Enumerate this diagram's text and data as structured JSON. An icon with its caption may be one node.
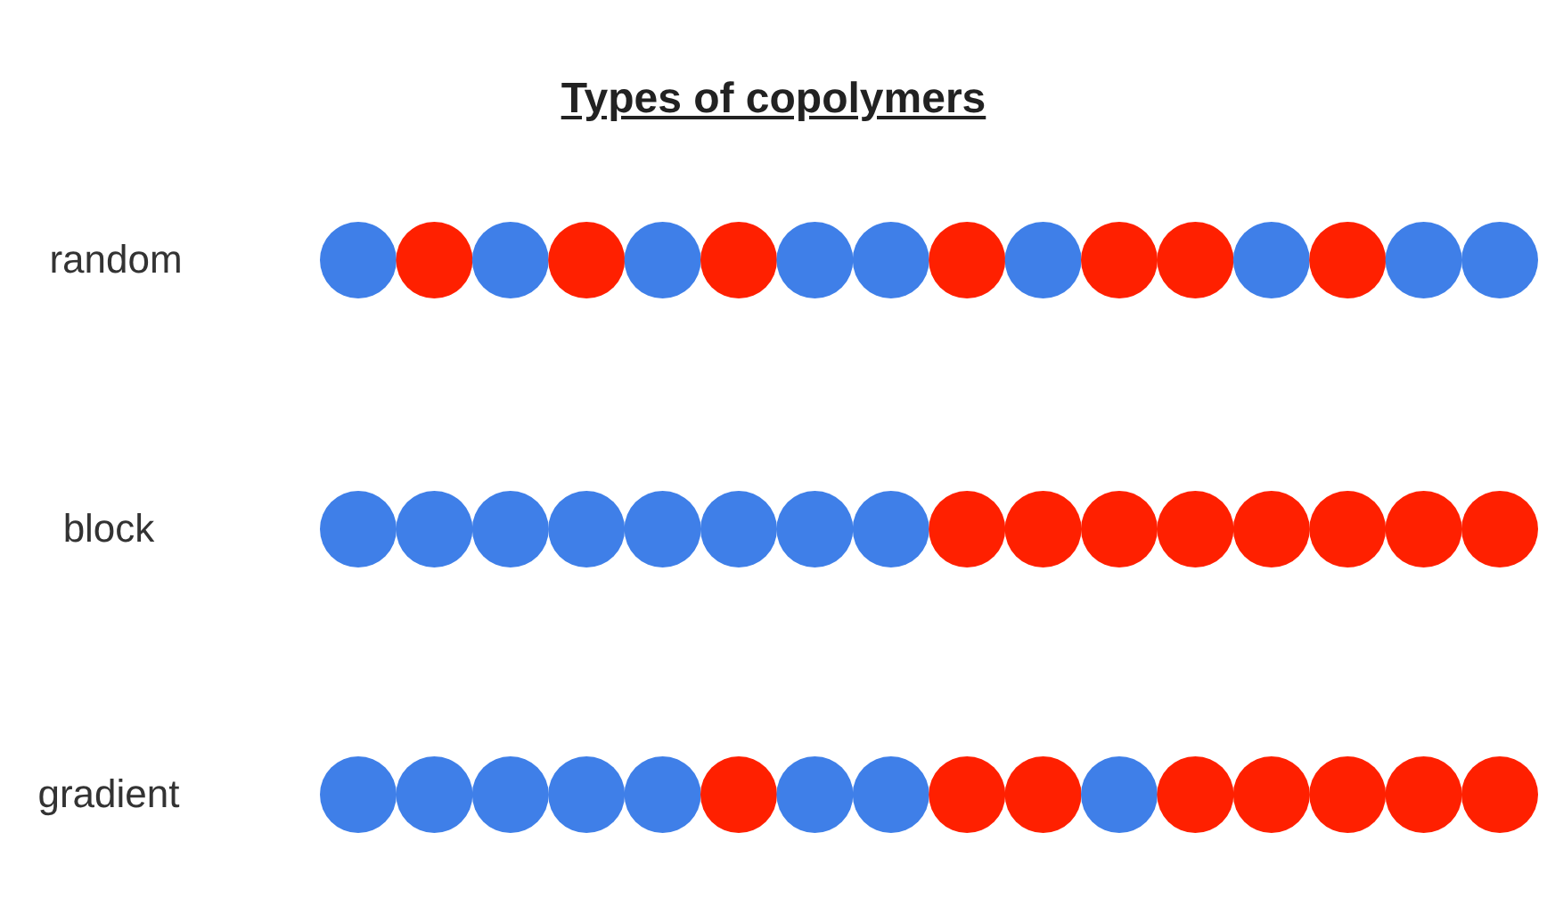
{
  "diagram": {
    "title": "Types of copolymers",
    "labels": [
      "random",
      "block",
      "gradient"
    ]
  }
}
